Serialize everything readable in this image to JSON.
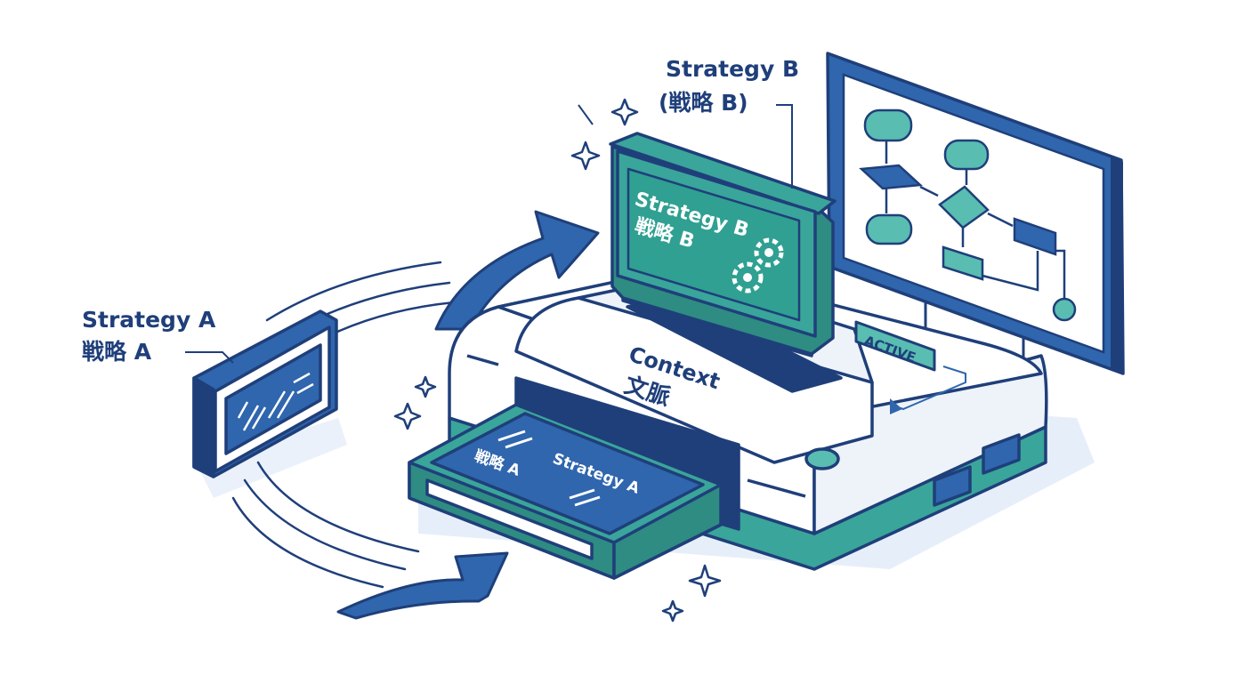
{
  "labels": {
    "strategy_a_title": "Strategy A",
    "strategy_a_jp": "戦略 A",
    "strategy_b_title": "Strategy B",
    "strategy_b_jp": "(戦略 B)"
  },
  "cartridge_b": {
    "line1": "Strategy B",
    "line2": "戦略 B"
  },
  "cartridge_a": {
    "line1": "Strategy A",
    "line2": "戦略 A"
  },
  "context": {
    "line1": "Context",
    "line2": "文脈"
  },
  "status": {
    "active": "ACTIVE"
  },
  "colors": {
    "navy": "#1f3f7a",
    "blue": "#2f66ad",
    "teal": "#3aa59a",
    "teal_light": "#59bdb1",
    "pale_blue": "#dce8f6"
  }
}
